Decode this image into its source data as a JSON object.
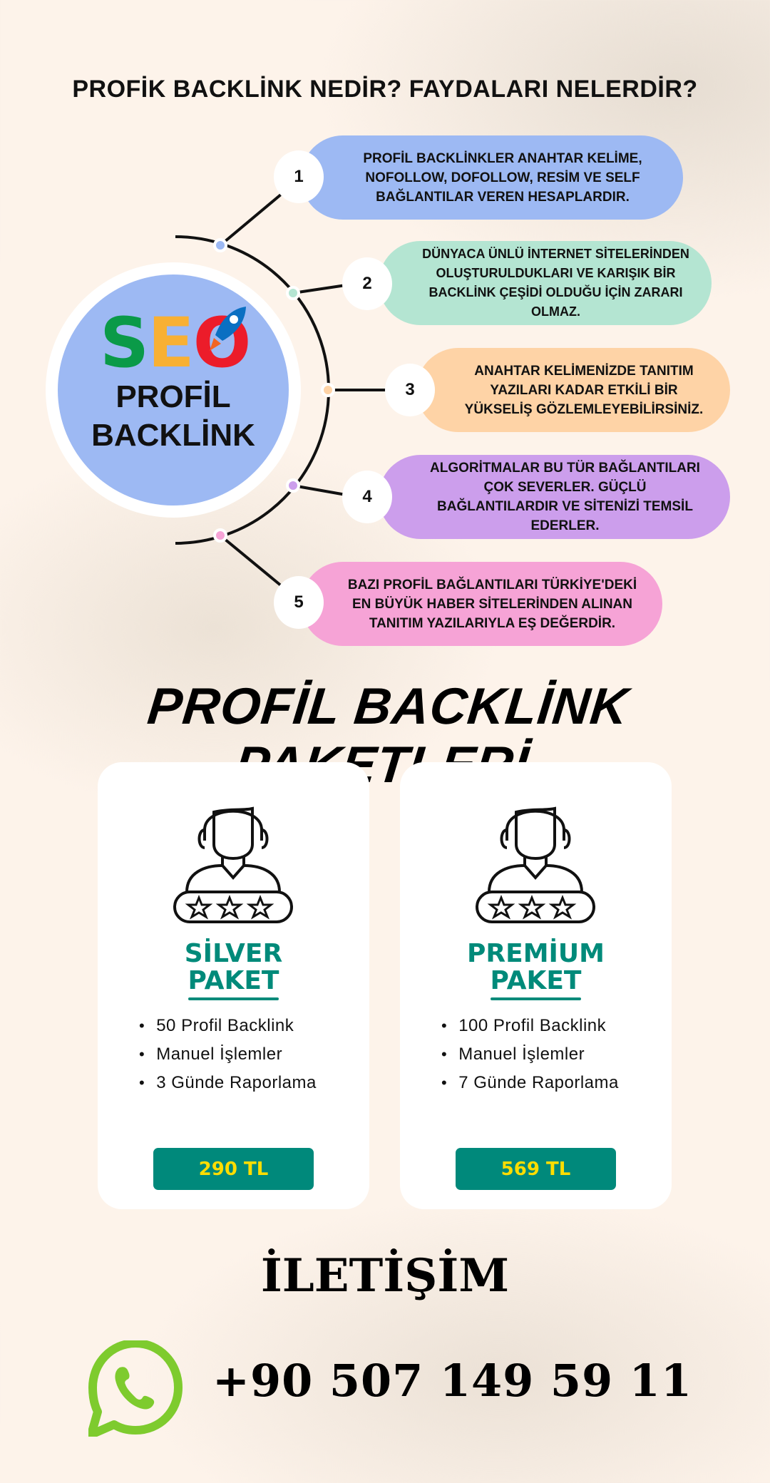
{
  "title": "PROFİK BACKLİNK NEDİR? FAYDALARI NELERDİR?",
  "center": {
    "logo": "SEO",
    "label_line1": "PROFİL",
    "label_line2": "BACKLİNK"
  },
  "steps": [
    {
      "num": "1",
      "text": "PROFİL BACKLİNKLER ANAHTAR KELİME, NOFOLLOW, DOFOLLOW, RESİM VE SELF BAĞLANTILAR VEREN HESAPLARDIR.",
      "color": "#9db9f3"
    },
    {
      "num": "2",
      "text": "DÜNYACA ÜNLÜ İNTERNET SİTELERİNDEN OLUŞTURULDUKLARI VE KARIŞIK BİR BACKLİNK ÇEŞİDİ OLDUĞU İÇİN ZARARI OLMAZ.",
      "color": "#b4e5d2"
    },
    {
      "num": "3",
      "text": "ANAHTAR KELİMENİZDE TANITIM YAZILARI KADAR ETKİLİ BİR YÜKSELİŞ GÖZLEMLEYEBİLİRSİNİZ.",
      "color": "#fed3a6"
    },
    {
      "num": "4",
      "text": "ALGORİTMALAR BU TÜR BAĞLANTILARI ÇOK SEVERLER. GÜÇLÜ BAĞLANTILARDIR VE SİTENİZİ TEMSİL EDERLER.",
      "color": "#cc9eec"
    },
    {
      "num": "5",
      "text": "BAZI PROFİL BAĞLANTILARI TÜRKİYE'DEKİ EN BÜYÜK HABER SİTELERİNDEN ALINAN TANITIM YAZILARIYLA EŞ DEĞERDİR.",
      "color": "#f6a3d6"
    }
  ],
  "packages_title": "PROFİL BACKLİNK PAKETLERİ",
  "packages": [
    {
      "name_line1": "SİLVER",
      "name_line2": "PAKET",
      "features": [
        "50 Profil Backlink",
        "Manuel İşlemler",
        "3 Günde Raporlama"
      ],
      "price": "290 TL"
    },
    {
      "name_line1": "PREMİUM",
      "name_line2": "PAKET",
      "features": [
        "100 Profil Backlink",
        "Manuel İşlemler",
        "7 Günde Raporlama"
      ],
      "price": "569 TL"
    }
  ],
  "contact": {
    "title": "İLETİŞİM",
    "phone": "+90 507 149 59 11"
  },
  "colors": {
    "teal": "#00897b",
    "price_text": "#ffdd00",
    "whatsapp": "#7ecb2e"
  }
}
